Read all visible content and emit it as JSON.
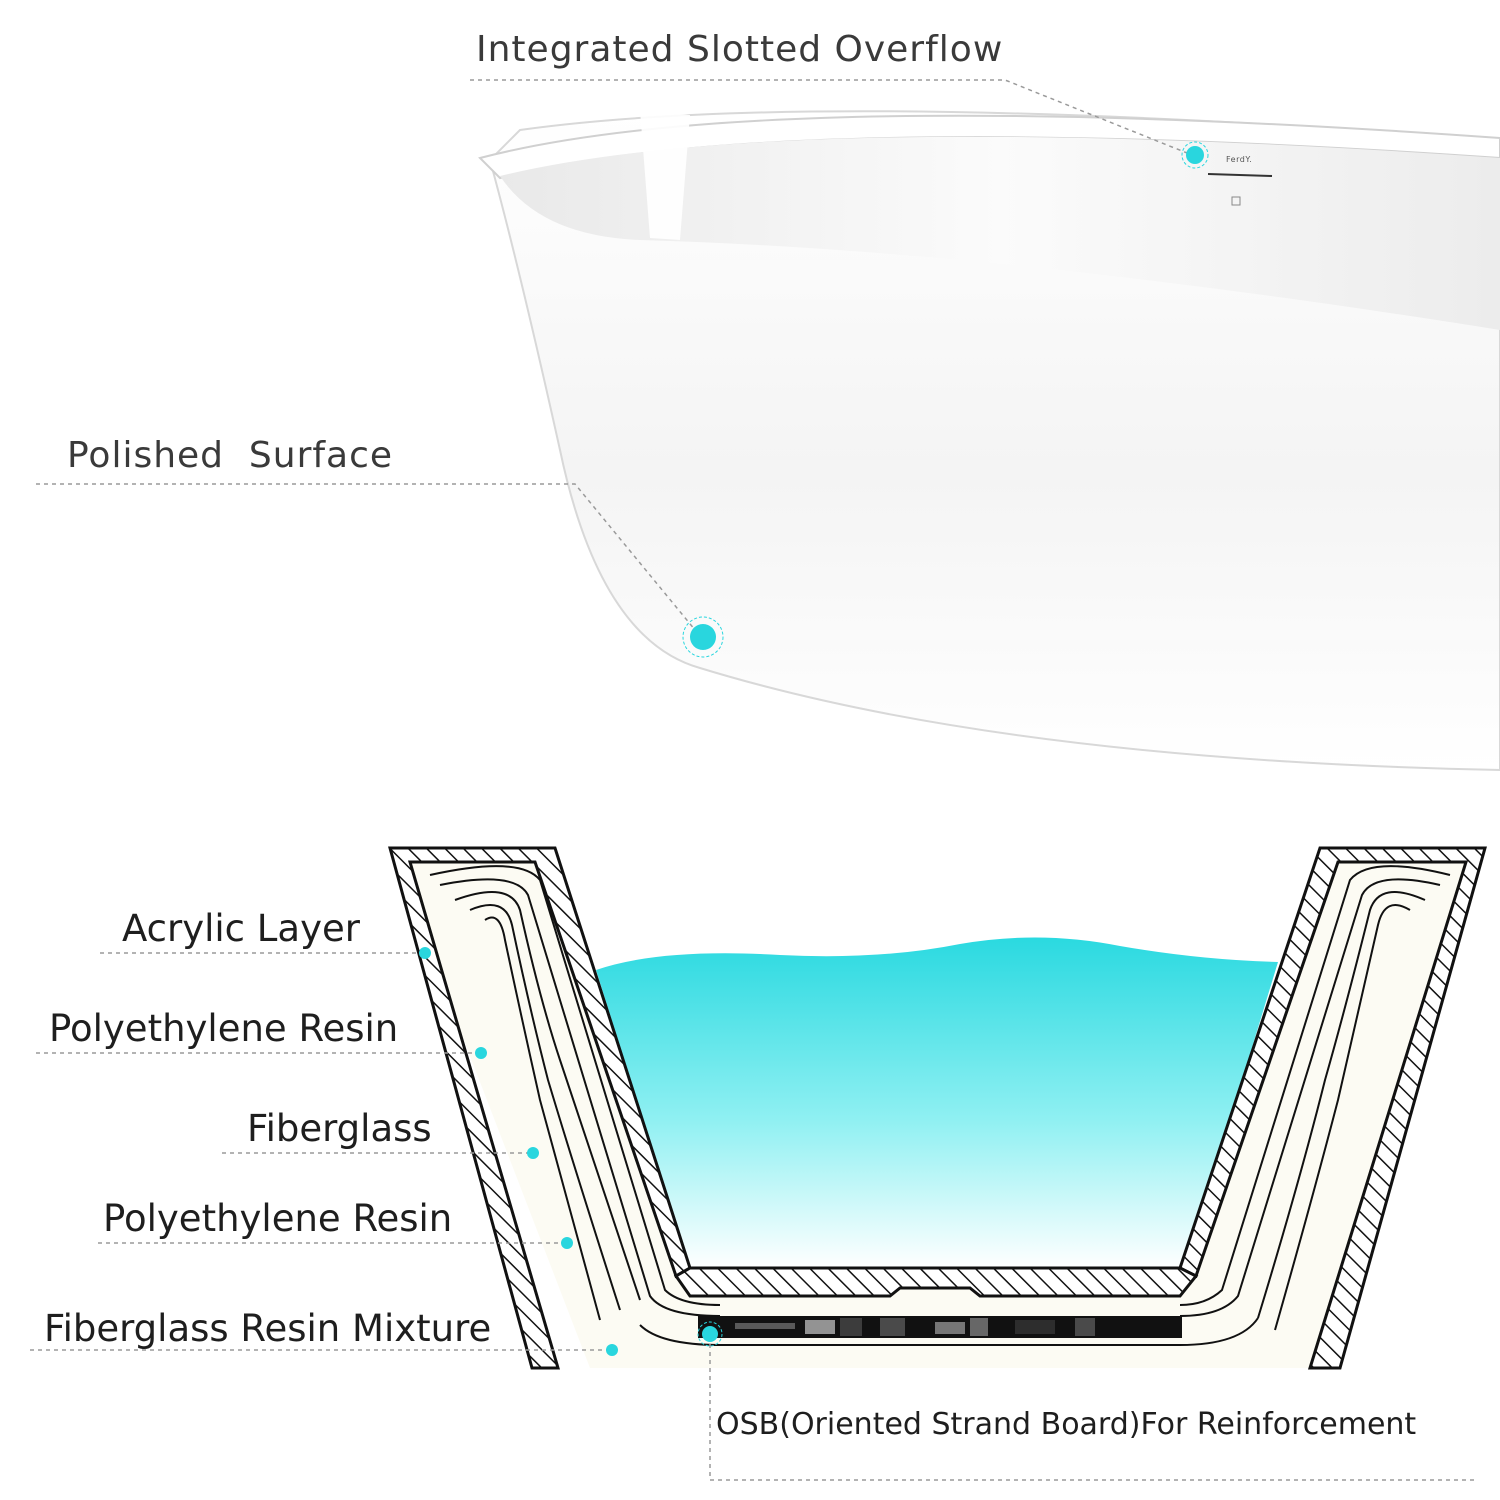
{
  "colors": {
    "accent": "#29d6de",
    "water_top": "#2ad9e0",
    "leader": "#9a9a9a",
    "text": "#1e1e1e"
  },
  "product": {
    "brand_mark": "FerdY."
  },
  "callouts": {
    "overflow": "Integrated Slotted Overflow",
    "surface": "Polished  Surface"
  },
  "layers": {
    "acrylic": "Acrylic Layer",
    "resin_1": "Polyethylene Resin",
    "fiberglass": "Fiberglass",
    "resin_2": "Polyethylene Resin",
    "mixture": "Fiberglass Resin Mixture",
    "osb": "OSB(Oriented Strand Board)For Reinforcement"
  }
}
